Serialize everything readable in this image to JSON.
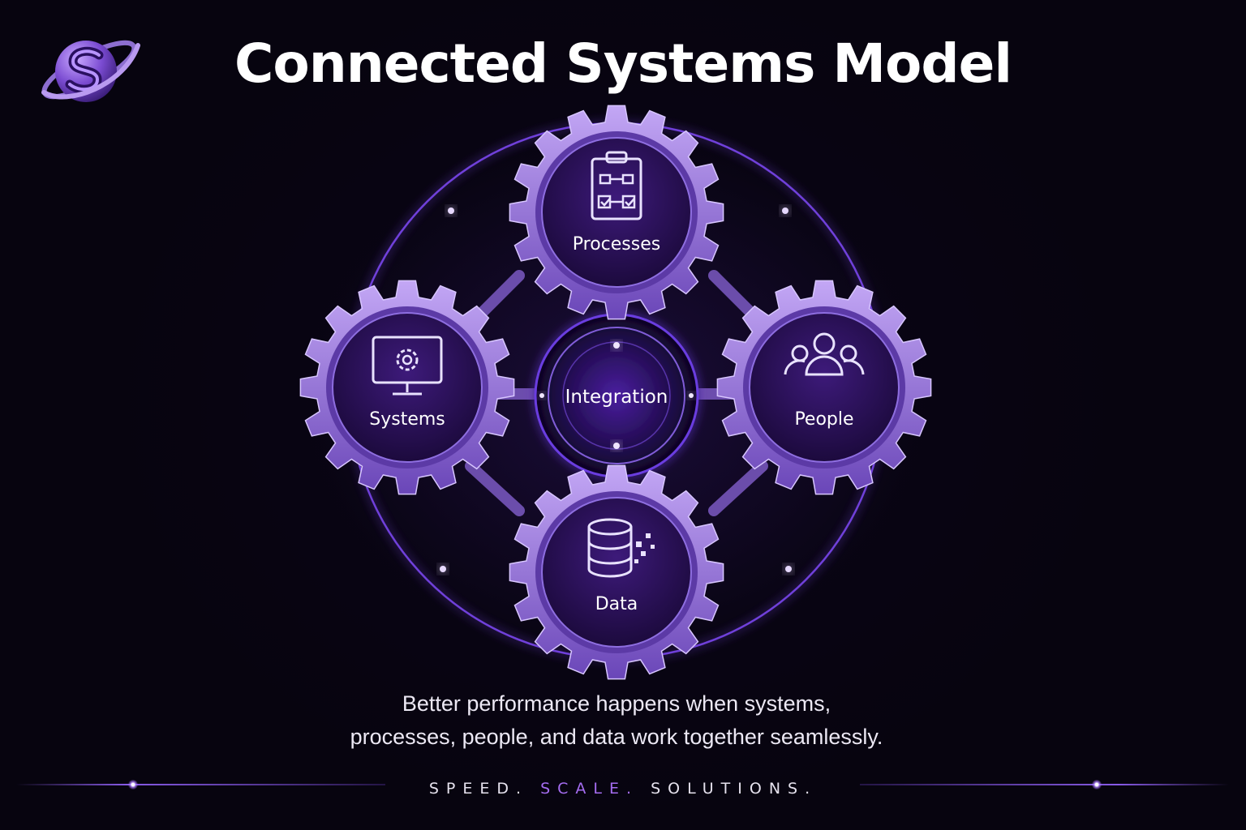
{
  "title": "Connected Systems Model",
  "brand": {
    "logo_icon": "planet-s-logo-icon",
    "accent_color": "#9b6af2"
  },
  "diagram": {
    "hub": {
      "label": "Integration"
    },
    "nodes": [
      {
        "label": "Processes",
        "icon": "clipboard-flowchart-icon"
      },
      {
        "label": "Systems",
        "icon": "monitor-gear-icon"
      },
      {
        "label": "People",
        "icon": "people-group-icon"
      },
      {
        "label": "Data",
        "icon": "database-icon"
      }
    ],
    "colors": {
      "gear": "#8a67d6",
      "gear_inner": "#2a1156",
      "ring_glow": "#7b47f0",
      "background": "#07040f"
    }
  },
  "caption": {
    "line1": "Better performance happens when systems,",
    "line2": "processes, people, and data work together seamlessly."
  },
  "tagline": {
    "part1": "SPEED.",
    "part2": "SCALE.",
    "part3": "SOLUTIONS."
  }
}
